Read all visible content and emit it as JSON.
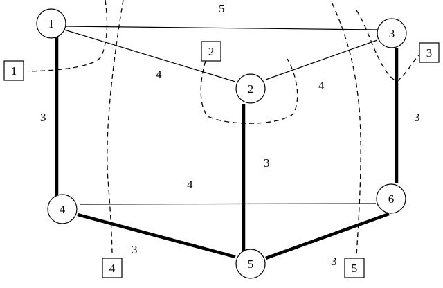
{
  "nodes": [
    {
      "id": "1",
      "label": "1"
    },
    {
      "id": "2",
      "label": "2"
    },
    {
      "id": "3",
      "label": "3"
    },
    {
      "id": "4",
      "label": "4"
    },
    {
      "id": "5",
      "label": "5"
    },
    {
      "id": "6",
      "label": "6"
    }
  ],
  "edges": [
    {
      "from": "1",
      "to": "3",
      "weight": "5",
      "bold": false
    },
    {
      "from": "1",
      "to": "2",
      "weight": "4",
      "bold": false
    },
    {
      "from": "2",
      "to": "3",
      "weight": "4",
      "bold": false
    },
    {
      "from": "1",
      "to": "4",
      "weight": "3",
      "bold": true
    },
    {
      "from": "3",
      "to": "6",
      "weight": "3",
      "bold": true
    },
    {
      "from": "2",
      "to": "5",
      "weight": "3",
      "bold": true
    },
    {
      "from": "4",
      "to": "6",
      "weight": "4",
      "bold": false
    },
    {
      "from": "4",
      "to": "5",
      "weight": "3",
      "bold": true
    },
    {
      "from": "5",
      "to": "6",
      "weight": "3",
      "bold": true
    }
  ],
  "cut_labels": [
    "1",
    "2",
    "3",
    "4",
    "5"
  ]
}
